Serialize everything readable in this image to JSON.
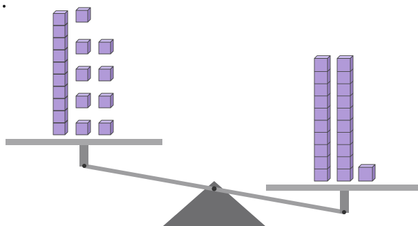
{
  "colors": {
    "background": "#ffffff",
    "cube_front": "#b19ad8",
    "cube_top": "#cdbdf0",
    "cube_side": "#9a82c6",
    "cube_edge": "#444444",
    "pan": "#a7a7a9",
    "post": "#8b8b8d",
    "beam": "#9e9ea0",
    "fulcrum": "#6e6e70",
    "pivot": "#333333"
  },
  "scene": {
    "left_pan": {
      "ten_rods": 1,
      "unit_cubes": 9
    },
    "right_pan": {
      "ten_rods": 2,
      "unit_cubes": 1
    }
  }
}
